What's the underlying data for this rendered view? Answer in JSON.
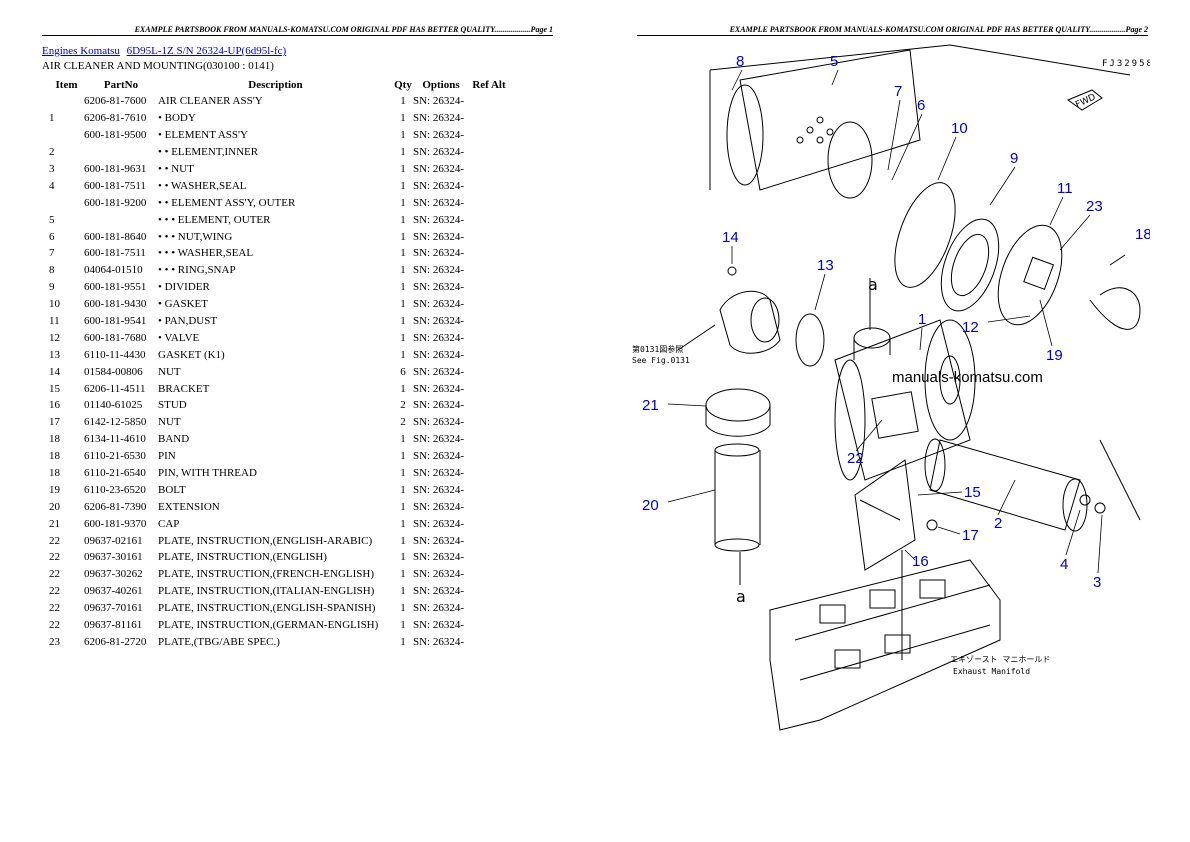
{
  "header_left": "EXAMPLE PARTSBOOK FROM MANUALS-KOMATSU.COM ORIGINAL PDF HAS BETTER QUALITY..................Page 1",
  "header_right": "EXAMPLE PARTSBOOK FROM MANUALS-KOMATSU.COM ORIGINAL PDF HAS BETTER QUALITY..................Page 2",
  "breadcrumb": {
    "link1": "Engines Komatsu",
    "link2": "6D95L-1Z S/N 26324-UP(6d95l-fc)"
  },
  "subtitle": "AIR CLEANER AND MOUNTING(030100 : 0141)",
  "table": {
    "headers": [
      "Item",
      "PartNo",
      "Description",
      "Qty",
      "Options",
      "Ref Alt"
    ],
    "rows": [
      [
        "",
        "6206-81-7600",
        "AIR CLEANER ASS'Y",
        "1",
        "SN: 26324-",
        ""
      ],
      [
        "1",
        "6206-81-7610",
        "• BODY",
        "1",
        "SN: 26324-",
        ""
      ],
      [
        "",
        "600-181-9500",
        "• ELEMENT ASS'Y",
        "1",
        "SN: 26324-",
        ""
      ],
      [
        "2",
        "",
        "• • ELEMENT,INNER",
        "1",
        "SN: 26324-",
        ""
      ],
      [
        "3",
        "600-181-9631",
        "• • NUT",
        "1",
        "SN: 26324-",
        ""
      ],
      [
        "4",
        "600-181-7511",
        "• • WASHER,SEAL",
        "1",
        "SN: 26324-",
        ""
      ],
      [
        "",
        "600-181-9200",
        "• • ELEMENT ASS'Y, OUTER",
        "1",
        "SN: 26324-",
        ""
      ],
      [
        "5",
        "",
        "• • • ELEMENT, OUTER",
        "1",
        "SN: 26324-",
        ""
      ],
      [
        "6",
        "600-181-8640",
        "• • • NUT,WING",
        "1",
        "SN: 26324-",
        ""
      ],
      [
        "7",
        "600-181-7511",
        "• • • WASHER,SEAL",
        "1",
        "SN: 26324-",
        ""
      ],
      [
        "8",
        "04064-01510",
        "• • • RING,SNAP",
        "1",
        "SN: 26324-",
        ""
      ],
      [
        "9",
        "600-181-9551",
        "• DIVIDER",
        "1",
        "SN: 26324-",
        ""
      ],
      [
        "10",
        "600-181-9430",
        "• GASKET",
        "1",
        "SN: 26324-",
        ""
      ],
      [
        "11",
        "600-181-9541",
        "• PAN,DUST",
        "1",
        "SN: 26324-",
        ""
      ],
      [
        "12",
        "600-181-7680",
        "• VALVE",
        "1",
        "SN: 26324-",
        ""
      ],
      [
        "13",
        "6110-11-4430",
        "GASKET (K1)",
        "1",
        "SN: 26324-",
        ""
      ],
      [
        "14",
        "01584-00806",
        "NUT",
        "6",
        "SN: 26324-",
        ""
      ],
      [
        "15",
        "6206-11-4511",
        "BRACKET",
        "1",
        "SN: 26324-",
        ""
      ],
      [
        "16",
        "01140-61025",
        "STUD",
        "2",
        "SN: 26324-",
        ""
      ],
      [
        "17",
        "6142-12-5850",
        "NUT",
        "2",
        "SN: 26324-",
        ""
      ],
      [
        "18",
        "6134-11-4610",
        "BAND",
        "1",
        "SN: 26324-",
        ""
      ],
      [
        "18",
        "6110-21-6530",
        "PIN",
        "1",
        "SN: 26324-",
        ""
      ],
      [
        "18",
        "6110-21-6540",
        "PIN, WITH THREAD",
        "1",
        "SN: 26324-",
        ""
      ],
      [
        "19",
        "6110-23-6520",
        "BOLT",
        "1",
        "SN: 26324-",
        ""
      ],
      [
        "20",
        "6206-81-7390",
        "EXTENSION",
        "1",
        "SN: 26324-",
        ""
      ],
      [
        "21",
        "600-181-9370",
        "CAP",
        "1",
        "SN: 26324-",
        ""
      ],
      [
        "22",
        "09637-02161",
        "PLATE, INSTRUCTION,(ENGLISH-ARABIC)",
        "1",
        "SN: 26324-",
        ""
      ],
      [
        "22",
        "09637-30161",
        "PLATE, INSTRUCTION,(ENGLISH)",
        "1",
        "SN: 26324-",
        ""
      ],
      [
        "22",
        "09637-30262",
        "PLATE, INSTRUCTION,(FRENCH-ENGLISH)",
        "1",
        "SN: 26324-",
        ""
      ],
      [
        "22",
        "09637-40261",
        "PLATE, INSTRUCTION,(ITALIAN-ENGLISH)",
        "1",
        "SN: 26324-",
        ""
      ],
      [
        "22",
        "09637-70161",
        "PLATE, INSTRUCTION,(ENGLISH-SPANISH)",
        "1",
        "SN: 26324-",
        ""
      ],
      [
        "22",
        "09637-81161",
        "PLATE, INSTRUCTION,(GERMAN-ENGLISH)",
        "1",
        "SN: 26324-",
        ""
      ],
      [
        "23",
        "6206-81-2720",
        "PLATE,(TBG/ABE SPEC.)",
        "1",
        "SN: 26324-",
        ""
      ]
    ]
  },
  "diagram": {
    "figure_code": "FJ32958",
    "fwd_label": "FWD",
    "watermark": "manuals-komatsu.com",
    "see_fig_jp": "第0131図参照",
    "see_fig_en": "See Fig.0131",
    "exhaust_jp": "エキゾースト マニホールド",
    "exhaust_en": "Exhaust Manifold",
    "ref_a": "a",
    "callouts": [
      "8",
      "5",
      "7",
      "6",
      "10",
      "9",
      "11",
      "23",
      "18",
      "14",
      "13",
      "1",
      "12",
      "19",
      "21",
      "22",
      "15",
      "2",
      "20",
      "17",
      "16",
      "4",
      "3"
    ],
    "colors": {
      "callout": "#0000cc",
      "line": "#000000"
    }
  }
}
